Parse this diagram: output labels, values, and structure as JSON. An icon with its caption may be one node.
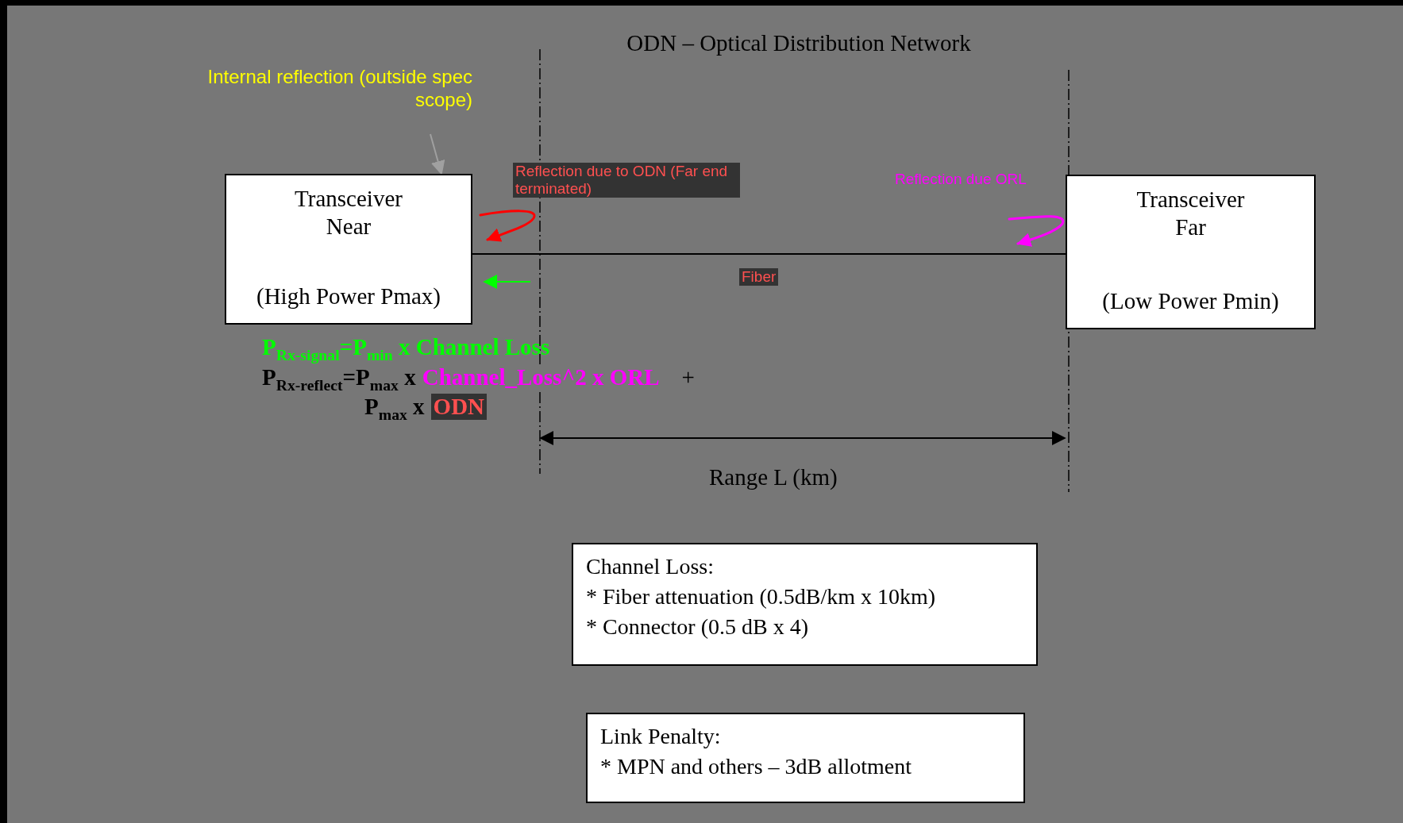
{
  "diagram": {
    "title": "ODN – Optical Distribution Network",
    "nodes": [
      {
        "text": [
          "Transceiver Near",
          "(High Power Pmax)"
        ]
      },
      {
        "text": [
          "Transceiver Far",
          "(Low Power Pmin)"
        ]
      },
      {
        "text": [
          "Channel Loss:",
          "* Fiber attenuation (0.5dB/km x 10km)",
          "* Connector (0.5 dB x 4)"
        ]
      },
      {
        "text": [
          "Link Penalty:",
          "* MPN and others – 3dB allotment"
        ]
      },
      {
        "text": [
          "Internal reflection (outside spec scope)"
        ]
      }
    ],
    "edges": [
      {
        "from": 0,
        "to": 1,
        "arrow": "none",
        "label": "Fiber"
      },
      {
        "from": 4,
        "to": 0,
        "arrow": "to",
        "color": "#a0a0a0"
      }
    ],
    "labels": [
      "Reflection due to ODN (Far end terminated)",
      "Reflection due ORL",
      "P$_{Rx-signal}$=P$_{min}$ x Channel Loss",
      "P$_{Rx-reflect}$=P$_{max}$ x",
      "Channel_Loss^2 x ORL",
      "+",
      "P$_{max}$ x",
      "ODN",
      "Range L (km)"
    ]
  }
}
